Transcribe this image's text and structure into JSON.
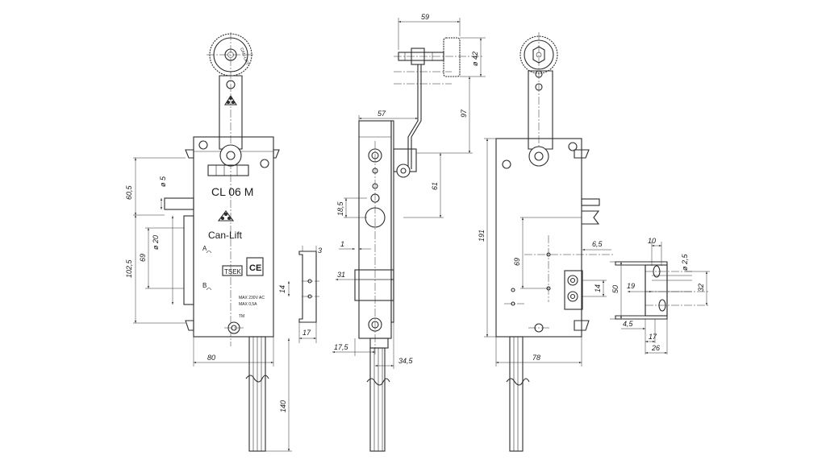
{
  "front": {
    "model": "CL 06 M",
    "brand": "Can-Lift",
    "terminal_a": "A",
    "terminal_b": "B",
    "cert_tsek": "TSEK",
    "cert_ce": "CE",
    "rating_voltage": "MAX 230V AC",
    "rating_current": "MAX 0,5A",
    "tm_mark": "TM",
    "wheel_text": "CAN-LIFT"
  },
  "dimensions": {
    "d59": "59",
    "d42": "ø 42",
    "d97": "97",
    "d57": "57",
    "d61": "61",
    "d60_5": "60,5",
    "d5": "ø 5",
    "d102_5": "102,5",
    "d69_front": "69",
    "d20": "ø 20",
    "d80": "80",
    "d140": "140",
    "d3": "3",
    "d14_small": "14",
    "d17_small": "17",
    "d18_5": "18,5",
    "d1": "1",
    "d31": "31",
    "d17_5": "17,5",
    "d34_5": "34,5",
    "d191": "191",
    "d69_back": "69",
    "d6_5": "6,5",
    "d14_back": "14",
    "d78": "78",
    "d10": "10",
    "d2_5": "ø 2,5",
    "d50": "50",
    "d19": "19",
    "d32": "32",
    "d4_5": "4,5",
    "d17_det": "17",
    "d26": "26"
  }
}
